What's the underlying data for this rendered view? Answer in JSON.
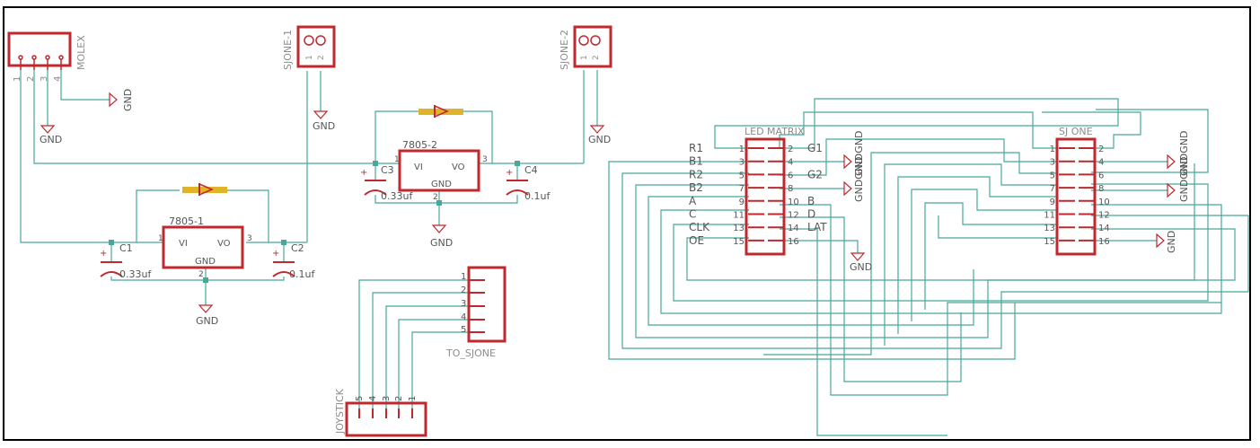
{
  "colors": {
    "part": "#c0282e",
    "wire": "#49a89a",
    "text": "#8c8c8c",
    "label_dark": "#555555",
    "diode_band": "#e0b428",
    "border": "#000000"
  },
  "parts": {
    "molex": {
      "name": "MOLEX",
      "pins": [
        "1",
        "2",
        "3",
        "4"
      ]
    },
    "sjone1": {
      "name": "SJONE-1",
      "pins": [
        "1",
        "2"
      ]
    },
    "sjone2": {
      "name": "SJONE-2",
      "pins": [
        "1",
        "2"
      ]
    },
    "reg1": {
      "name": "7805-1",
      "vi": "VI",
      "vo": "VO",
      "gnd": "GND",
      "pin1": "1",
      "pin2": "2",
      "pin3": "3"
    },
    "reg2": {
      "name": "7805-2",
      "vi": "VI",
      "vo": "VO",
      "gnd": "GND",
      "pin1": "1",
      "pin2": "2",
      "pin3": "3"
    },
    "c1": {
      "name": "C1",
      "value": "0.33uf"
    },
    "c2": {
      "name": "C2",
      "value": "0.1uf"
    },
    "c3": {
      "name": "C3",
      "value": "0.33uf"
    },
    "c4": {
      "name": "C4",
      "value": "0.1uf"
    },
    "to_sjone": {
      "name": "TO_SJONE",
      "pins": [
        "1",
        "2",
        "3",
        "4",
        "5"
      ]
    },
    "joystick": {
      "name": "JOYSTICK",
      "pins": [
        "5",
        "4",
        "3",
        "2",
        "1"
      ]
    },
    "led_matrix": {
      "name": "LED MATRIX",
      "left_signals": [
        "R1",
        "B1",
        "R2",
        "B2",
        "A",
        "C",
        "CLK",
        "OE"
      ],
      "right_signals": [
        "G1",
        "",
        "G2",
        "",
        "B",
        "D",
        "LAT",
        ""
      ],
      "odd_pins": [
        "1",
        "3",
        "5",
        "7",
        "9",
        "11",
        "13",
        "15"
      ],
      "even_pins": [
        "2",
        "4",
        "6",
        "8",
        "10",
        "12",
        "14",
        "16"
      ]
    },
    "sj_one": {
      "name": "SJ ONE",
      "odd_pins": [
        "1",
        "3",
        "5",
        "7",
        "9",
        "11",
        "13",
        "15"
      ],
      "even_pins": [
        "2",
        "4",
        "6",
        "8",
        "10",
        "12",
        "14",
        "16"
      ]
    }
  },
  "gnd_label": "GND",
  "gndgnd_label": "GNDGND"
}
